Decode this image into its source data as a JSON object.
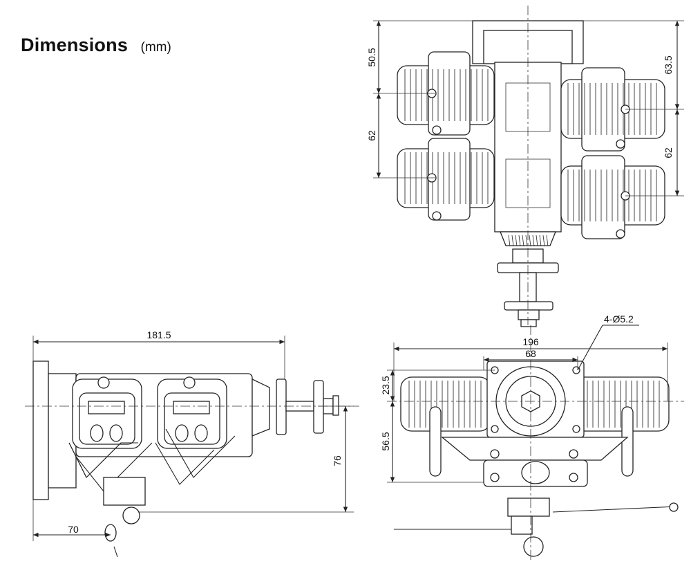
{
  "title": "Dimensions",
  "unit": "(mm)",
  "top_view": {
    "dims": [
      "50.5",
      "62",
      "63.5",
      "62"
    ]
  },
  "side_view": {
    "dims": [
      "181.5",
      "76",
      "70"
    ]
  },
  "front_view": {
    "dims": [
      "196",
      "68",
      "23.5",
      "56.5"
    ],
    "hole_callout": "4-Ø5.2"
  },
  "colors": {
    "ink": "#222222",
    "background": "#ffffff"
  }
}
